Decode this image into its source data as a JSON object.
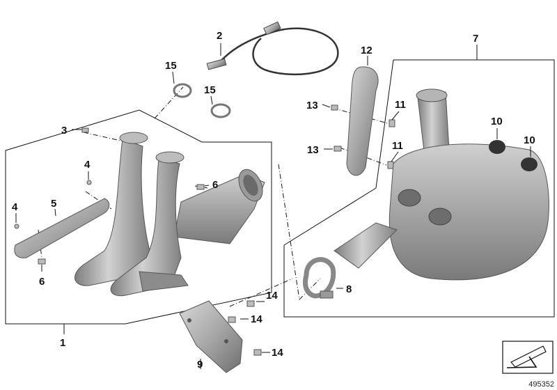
{
  "diagram": {
    "callouts": {
      "c1": "1",
      "c2": "2",
      "c3": "3",
      "c4a": "4",
      "c4b": "4",
      "c5": "5",
      "c6a": "6",
      "c6b": "6",
      "c7": "7",
      "c8": "8",
      "c9": "9",
      "c10a": "10",
      "c10b": "10",
      "c11a": "11",
      "c11b": "11",
      "c12": "12",
      "c13a": "13",
      "c13b": "13",
      "c14a": "14",
      "c14b": "14",
      "c14c": "14",
      "c15a": "15",
      "c15b": "15"
    },
    "reference_number": "495352"
  }
}
